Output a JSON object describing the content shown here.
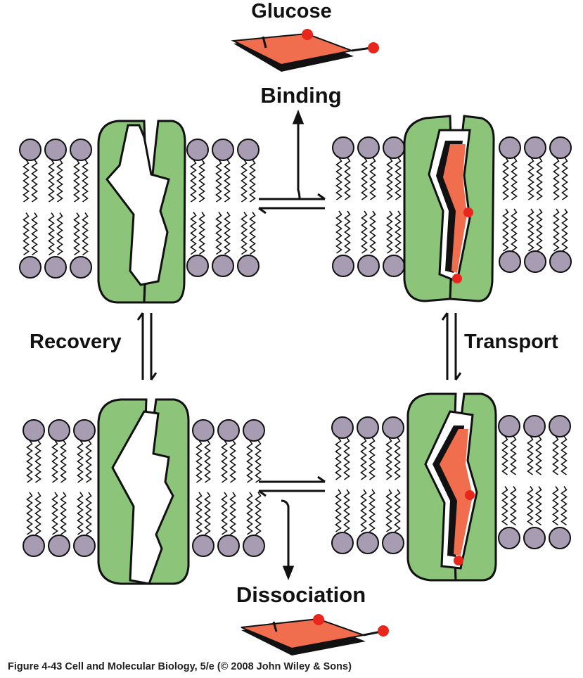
{
  "labels": {
    "glucose": "Glucose",
    "binding": "Binding",
    "recovery": "Recovery",
    "transport": "Transport",
    "dissociation": "Dissociation"
  },
  "caption": "Figure 4-43  Cell and Molecular Biology, 5/e (© 2008 John Wiley & Sons)",
  "colors": {
    "protein": "#8cc47a",
    "glucose": "#f06d4d",
    "hydroxyl": "#e8261c",
    "lipid_head": "#a89cb2",
    "outline": "#111111"
  }
}
